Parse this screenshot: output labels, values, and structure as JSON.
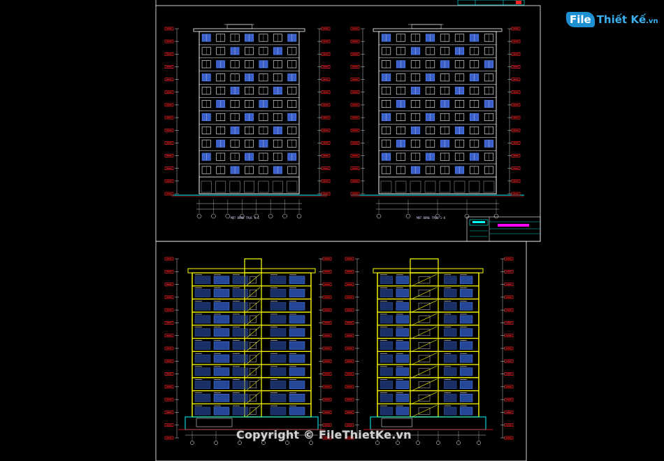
{
  "logo": {
    "brand": "File",
    "name": "Thiết Kế",
    "suffix": ".vn"
  },
  "watermark": "Copyright © FileThietKe.vn",
  "captions": {
    "elevation_left": "MẶT ĐỨNG TRỤC A-E",
    "elevation_right": "MẶT ĐỨNG TRỤC 1-8"
  },
  "colors": {
    "background": "#000000",
    "frame": "#ffffff",
    "wall": "#ffff00",
    "window": "#5a8cff",
    "dimension": "#ff2020",
    "slab": "#00ffff",
    "title_block_accent": "#ff00ff"
  },
  "views": [
    {
      "type": "front-elevation",
      "floors": 11
    },
    {
      "type": "side-elevation",
      "floors": 11
    },
    {
      "type": "section",
      "floors": 11
    },
    {
      "type": "section",
      "floors": 11
    }
  ]
}
